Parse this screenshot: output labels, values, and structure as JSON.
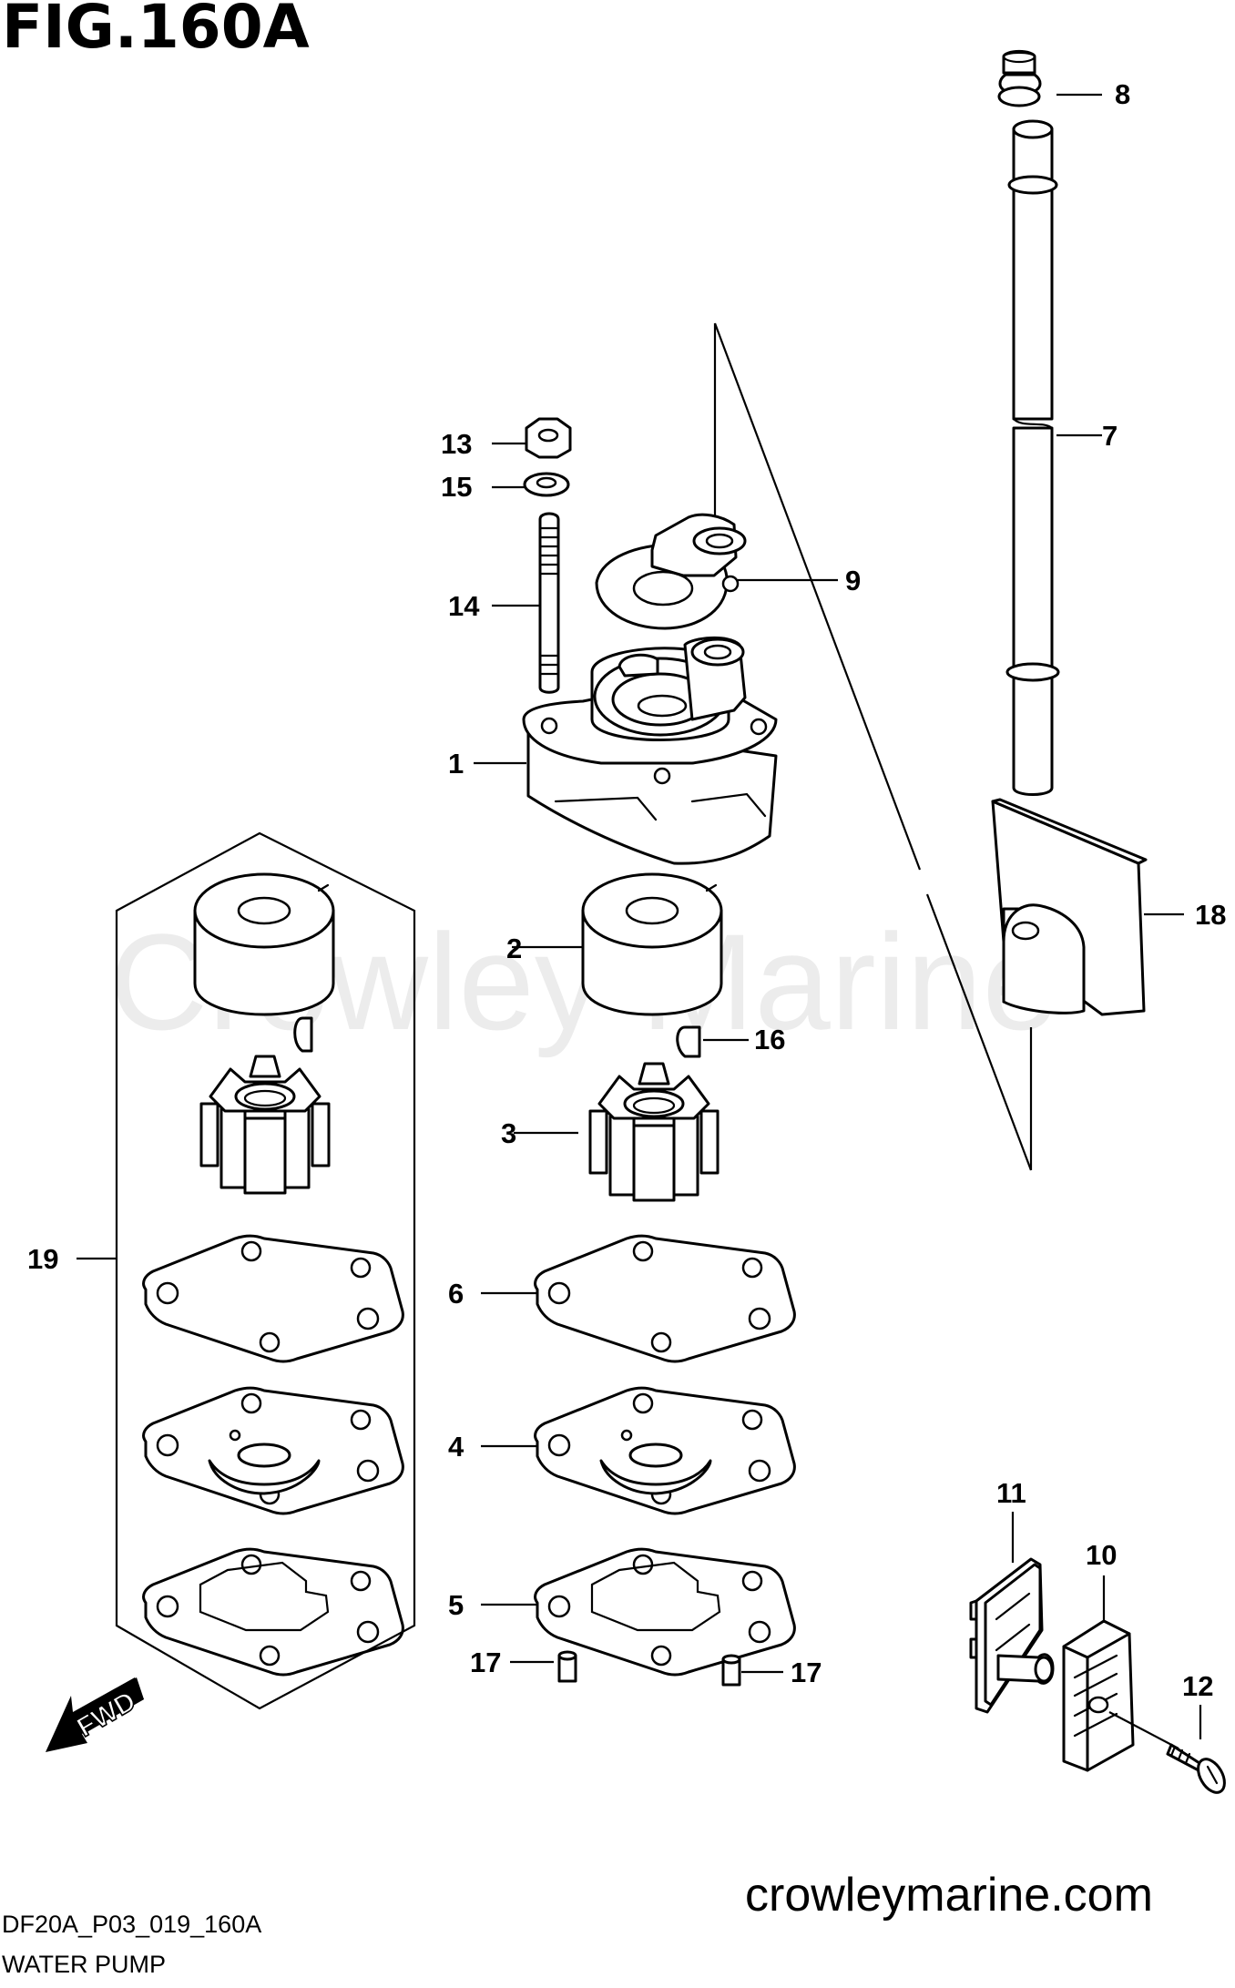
{
  "figure": {
    "title": "FIG.160A",
    "code": "DF20A_P03_019_160A",
    "name": "WATER PUMP"
  },
  "branding": {
    "website": "crowleymarine.com",
    "watermark": "Crowley Marine"
  },
  "direction_marker": {
    "label": "FWD"
  },
  "callouts": {
    "c1": "1",
    "c2": "2",
    "c3": "3",
    "c4": "4",
    "c5": "5",
    "c6": "6",
    "c7": "7",
    "c8": "8",
    "c9": "9",
    "c10": "10",
    "c11": "11",
    "c12": "12",
    "c13": "13",
    "c14": "14",
    "c15": "15",
    "c16": "16",
    "c17a": "17",
    "c17b": "17",
    "c18": "18",
    "c19": "19"
  }
}
